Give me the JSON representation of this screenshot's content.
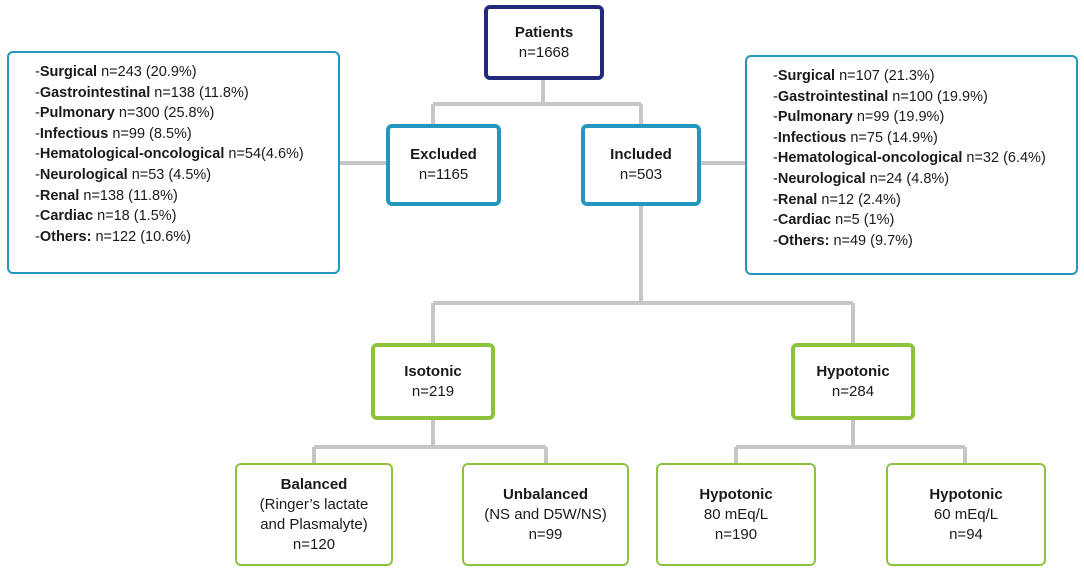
{
  "patients": {
    "title": "Patients",
    "count": "n=1668"
  },
  "excluded": {
    "title": "Excluded",
    "count": "n=1165"
  },
  "included": {
    "title": "Included",
    "count": "n=503"
  },
  "excluded_breakdown": [
    {
      "label": "Surgical",
      "value": "n=243 (20.9%)"
    },
    {
      "label": "Gastrointestinal",
      "value": "n=138 (11.8%)"
    },
    {
      "label": "Pulmonary",
      "value": "n=300  (25.8%)"
    },
    {
      "label": "Infectious",
      "value": "n=99 (8.5%)"
    },
    {
      "label": "Hematological-oncological",
      "value": "n=54(4.6%)"
    },
    {
      "label": "Neurological",
      "value": "n=53 (4.5%)"
    },
    {
      "label": "Renal",
      "value": "n=138 (11.8%)"
    },
    {
      "label": "Cardiac",
      "value": "n=18 (1.5%)"
    },
    {
      "label": "Others:",
      "value": "n=122 (10.6%)"
    }
  ],
  "included_breakdown": [
    {
      "label": "Surgical",
      "value": "n=107 (21.3%)"
    },
    {
      "label": "Gastrointestinal",
      "value": "n=100 (19.9%)"
    },
    {
      "label": "Pulmonary",
      "value": "n=99  (19.9%)"
    },
    {
      "label": "Infectious",
      "value": "n=75 (14.9%)"
    },
    {
      "label": "Hematological-oncological",
      "value": "n=32 (6.4%)"
    },
    {
      "label": "Neurological",
      "value": "n=24 (4.8%)"
    },
    {
      "label": "Renal",
      "value": "n=12 (2.4%)"
    },
    {
      "label": "Cardiac",
      "value": "n=5 (1%)"
    },
    {
      "label": "Others:",
      "value": "n=49 (9.7%)"
    }
  ],
  "isotonic": {
    "title": "Isotonic",
    "count": "n=219"
  },
  "hypotonic": {
    "title": "Hypotonic",
    "count": "n=284"
  },
  "balanced": {
    "title": "Balanced",
    "line1": "(Ringer’s lactate",
    "line2": "and Plasmalyte)",
    "count": "n=120"
  },
  "unbalanced": {
    "title": "Unbalanced",
    "line1": "(NS and D5W/NS)",
    "count": "n=99"
  },
  "hypotonic80": {
    "title": "Hypotonic",
    "line1": "80 mEq/L",
    "count": "n=190"
  },
  "hypotonic60": {
    "title": "Hypotonic",
    "line1": "60 mEq/L",
    "count": "n=94"
  },
  "colors": {
    "root_border": "#232a7a",
    "group_border": "#2596be",
    "fluid_border": "#8dc23f",
    "connector": "#c6c6c6"
  }
}
